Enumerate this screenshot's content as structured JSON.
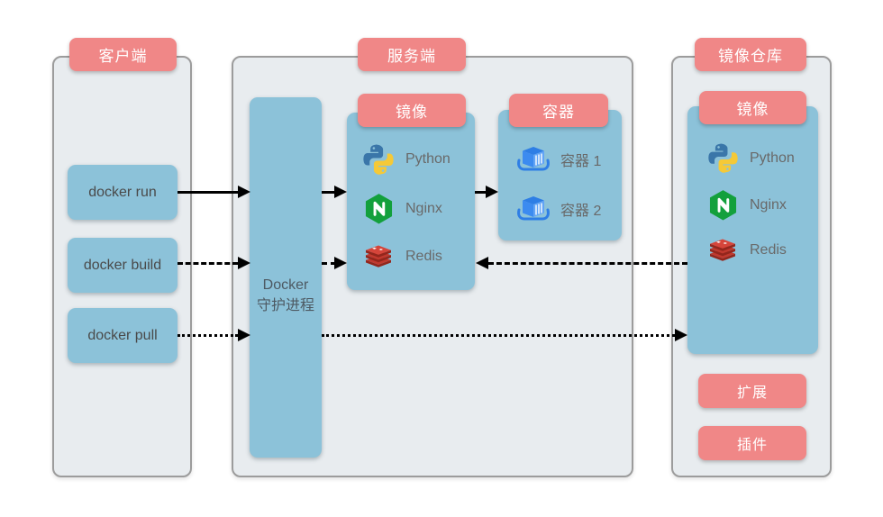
{
  "client": {
    "label": "客户端",
    "commands": [
      {
        "label": "docker run"
      },
      {
        "label": "docker build"
      },
      {
        "label": "docker pull"
      }
    ]
  },
  "server": {
    "label": "服务端",
    "daemon": {
      "line1": "Docker",
      "line2": "守护进程"
    },
    "images": {
      "label": "镜像",
      "items": [
        {
          "name": "Python",
          "icon": "python-icon"
        },
        {
          "name": "Nginx",
          "icon": "nginx-icon"
        },
        {
          "name": "Redis",
          "icon": "redis-icon"
        }
      ]
    },
    "containers": {
      "label": "容器",
      "items": [
        {
          "name": "容器 1",
          "icon": "container-icon"
        },
        {
          "name": "容器 2",
          "icon": "container-icon"
        }
      ]
    }
  },
  "registry": {
    "label": "镜像仓库",
    "images": {
      "label": "镜像",
      "items": [
        {
          "name": "Python",
          "icon": "python-icon"
        },
        {
          "name": "Nginx",
          "icon": "nginx-icon"
        },
        {
          "name": "Redis",
          "icon": "redis-icon"
        }
      ]
    },
    "extensions_label": "扩展",
    "plugins_label": "插件"
  },
  "arrows": [
    {
      "from": "docker run",
      "to": "Docker 守护进程",
      "style": "solid"
    },
    {
      "from": "docker build",
      "to": "Docker 守护进程",
      "style": "dashed"
    },
    {
      "from": "docker pull",
      "to": "Docker 守护进程",
      "style": "dotted"
    },
    {
      "from": "Docker 守护进程",
      "to": "镜像",
      "style": "solid"
    },
    {
      "from": "Docker 守护进程",
      "to": "镜像 (Redis)",
      "style": "dashed"
    },
    {
      "from": "镜像",
      "to": "容器",
      "style": "solid"
    },
    {
      "from": "镜像仓库 镜像",
      "to": "服务端 镜像 (Redis)",
      "style": "dashed"
    },
    {
      "from": "Docker 守护进程",
      "to": "镜像仓库 镜像",
      "style": "dotted"
    }
  ],
  "colors": {
    "accent_pink": "#f08787",
    "box_blue": "#8cc2d9",
    "panel_bg": "#e8ecef",
    "panel_border": "#9c9c9c",
    "arrow": "#000000",
    "python_blue": "#3a76a9",
    "python_yellow": "#f5c937",
    "nginx_green": "#13a03c",
    "redis_red": "#c1392e",
    "container_blue": "#2e7ee5"
  }
}
